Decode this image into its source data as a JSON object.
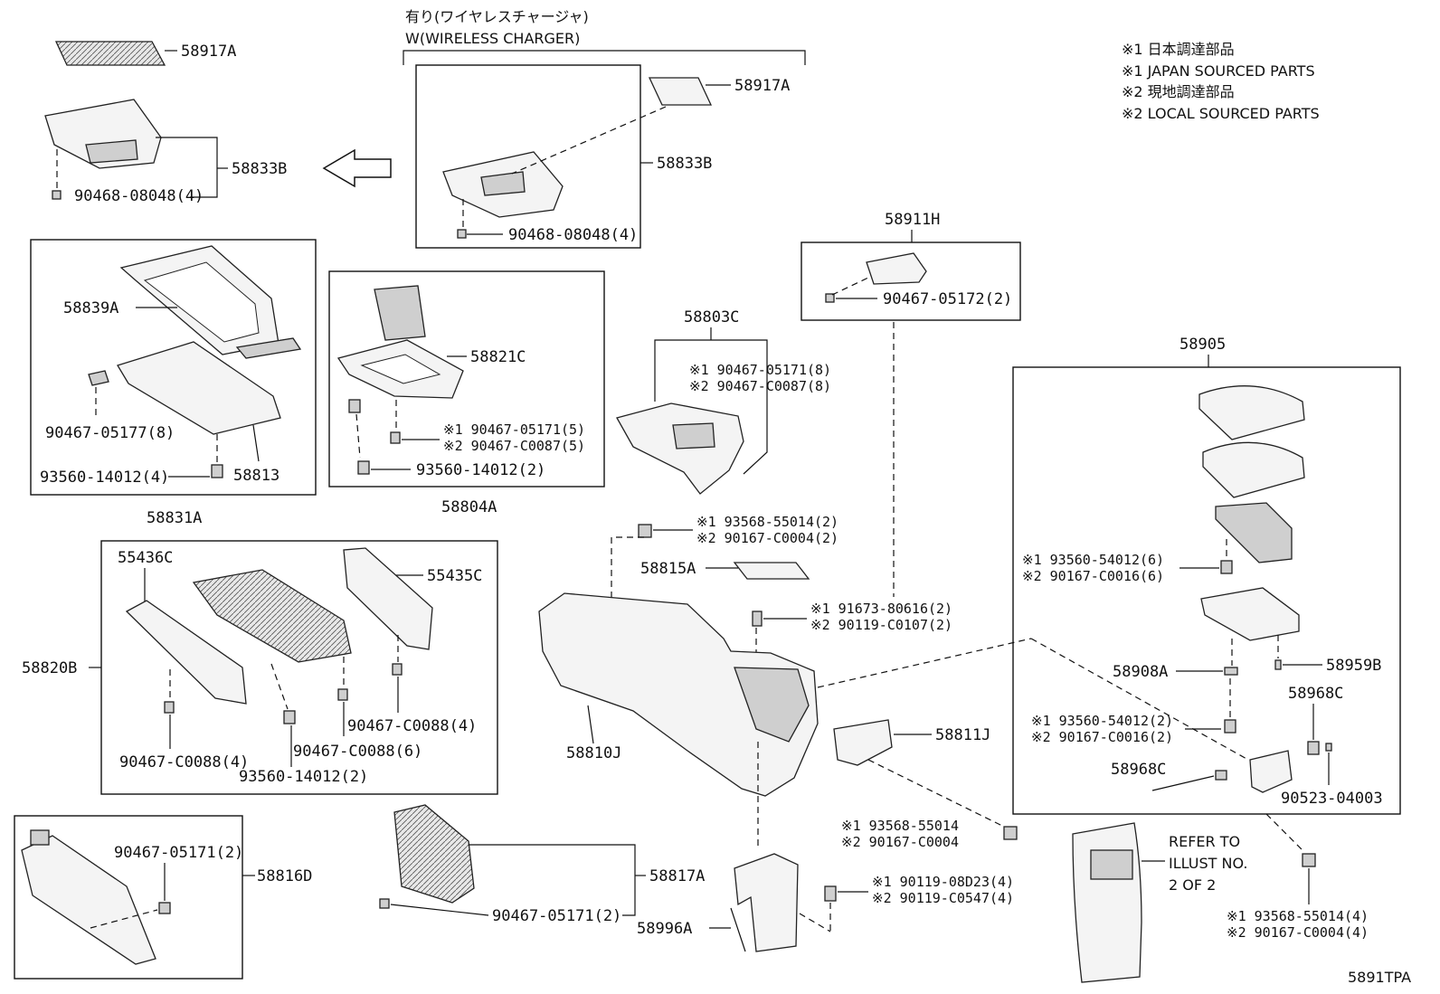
{
  "header": {
    "wireless_jp": "有り(ワイヤレスチャージャ)",
    "wireless_en": "W(WIRELESS CHARGER)"
  },
  "legend": {
    "line1": "※1 日本調達部品",
    "line2": "※1 JAPAN SOURCED PARTS",
    "line3": "※2 現地調達部品",
    "line4": "※2 LOCAL SOURCED PARTS"
  },
  "labels": {
    "p58917A_left": "58917A",
    "p58833B_left": "58833B",
    "p90468_left": "90468-08048(4)",
    "p58917A_right": "58917A",
    "p58833B_right": "58833B",
    "p90468_right": "90468-08048(4)",
    "p58911H": "58911H",
    "p90467_05172": "90467-05172(2)",
    "p58839A": "58839A",
    "p90467_05177": "90467-05177(8)",
    "p93560_14012_4": "93560-14012(4)",
    "p58813": "58813",
    "p58831A": "58831A",
    "p58821C": "58821C",
    "p58821C_s1": "※1 90467-05171(5)",
    "p58821C_s2": "※2 90467-C0087(5)",
    "p93560_14012_2a": "93560-14012(2)",
    "p58804A": "58804A",
    "p58803C": "58803C",
    "p58803C_s1": "※1 90467-05171(8)",
    "p58803C_s2": "※2 90467-C0087(8)",
    "p58905": "58905",
    "p55436C": "55436C",
    "p55435C": "55435C",
    "p58820B": "58820B",
    "p90467_C0088_4a": "90467-C0088(4)",
    "p90467_C0088_4b": "90467-C0088(4)",
    "p90467_C0088_6": "90467-C0088(6)",
    "p93560_14012_2b": "93560-14012(2)",
    "p93568_s1_a": "※1 93568-55014(2)",
    "p90167_s2_a": "※2 90167-C0004(2)",
    "p58815A": "58815A",
    "p91673_s1": "※1 91673-80616(2)",
    "p90119_s2": "※2 90119-C0107(2)",
    "p58810J": "58810J",
    "p58811J": "58811J",
    "p93560_s1_6": "※1 93560-54012(6)",
    "p90167_s2_6": "※2 90167-C0016(6)",
    "p58908A": "58908A",
    "p58959B": "58959B",
    "p58968C_a": "58968C",
    "p93560_s1_2": "※1 93560-54012(2)",
    "p90167_s2_2": "※2 90167-C0016(2)",
    "p58968C_b": "58968C",
    "p90523": "90523-04003",
    "p93568_s1_b": "※1 93568-55014",
    "p90167_s2_b": "※2 90167-C0004",
    "refer1": "REFER TO",
    "refer2": "ILLUST NO.",
    "refer3": "2 OF 2",
    "p90467_05171_2a": "90467-05171(2)",
    "p58816D": "58816D",
    "p58817A": "58817A",
    "p90467_05171_2b": "90467-05171(2)",
    "p90119_s1_4": "※1 90119-08D23(4)",
    "p90119_s2_4": "※2 90119-C0547(4)",
    "p58996A": "58996A",
    "p93568_s1_4": "※1 93568-55014(4)",
    "p90167_s2_4": "※2 90167-C0004(4)",
    "code": "5891TPA"
  }
}
